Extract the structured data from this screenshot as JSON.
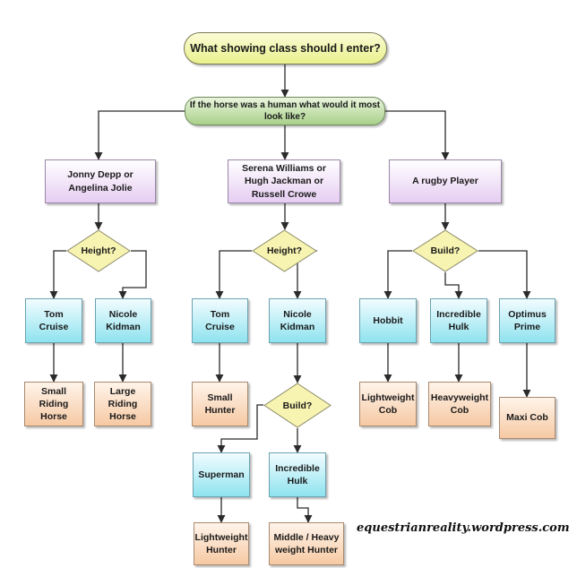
{
  "title": "What showing class should I enter?",
  "question": "If the horse was a human what would it most look like?",
  "branches": [
    {
      "category": "Jonny Depp or Angelina Jolie",
      "decision": "Height?",
      "outcomes": [
        {
          "type": "Tom Cruise",
          "class": "Small Riding Horse"
        },
        {
          "type": "Nicole Kidman",
          "class": "Large Riding Horse"
        }
      ]
    },
    {
      "category": "Serena Williams or Hugh Jackman or Russell Crowe",
      "decision": "Height?",
      "outcomes": [
        {
          "type": "Tom Cruise",
          "class": "Small Hunter"
        },
        {
          "type": "Nicole Kidman"
        }
      ],
      "sub_decision": "Build?",
      "sub_outcomes": [
        {
          "type": "Superman",
          "class": "Lightweight Hunter"
        },
        {
          "type": "Incredible Hulk",
          "class": "Middle / Heavy weight Hunter"
        }
      ]
    },
    {
      "category": "A rugby Player",
      "decision": "Build?",
      "outcomes": [
        {
          "type": "Hobbit",
          "class": "Lightweight Cob"
        },
        {
          "type": "Incredible Hulk",
          "class": "Heavyweight Cob"
        },
        {
          "type": "Optimus Prime",
          "class": "Maxi Cob"
        }
      ]
    }
  ],
  "credit": "equestrianreality.wordpress.com",
  "colors": {
    "title_fill": "#eef4a8",
    "question_fill": "#c8e4b0",
    "category_fill": "#e6cdf2",
    "type_fill": "#8fe3ef",
    "class_fill": "#f6c9a3",
    "decision_fill": "#f7f3b0",
    "connector": "#2b2b2b"
  }
}
